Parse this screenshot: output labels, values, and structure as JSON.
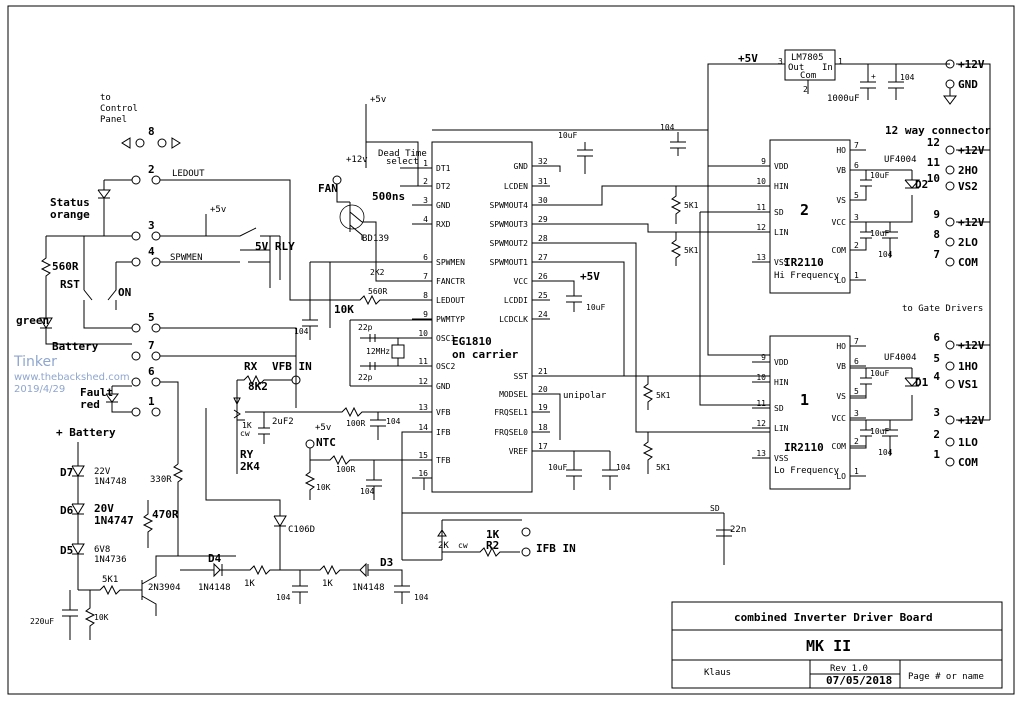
{
  "watermark": {
    "title": "Tinker",
    "url": "www.thebackshed.com",
    "date": "2019/4/29"
  },
  "title_block": {
    "board": "combined Inverter Driver Board",
    "mark": "MK II",
    "author": "Klaus",
    "rev": "Rev 1.0",
    "date": "07/05/2018",
    "page": "Page # or name"
  },
  "ic_main": {
    "name": "EG1810",
    "subtitle": "on carrier",
    "left_pins": [
      {
        "num": "1",
        "name": "DT1"
      },
      {
        "num": "2",
        "name": "DT2"
      },
      {
        "num": "3",
        "name": "GND"
      },
      {
        "num": "4",
        "name": "RXD"
      },
      {
        "num": "6",
        "name": "SPWMEN"
      },
      {
        "num": "7",
        "name": "FANCTR"
      },
      {
        "num": "8",
        "name": "LEDOUT"
      },
      {
        "num": "9",
        "name": "PWMTYP"
      },
      {
        "num": "10",
        "name": "OSC1"
      },
      {
        "num": "11",
        "name": "OSC2"
      },
      {
        "num": "12",
        "name": "GND"
      },
      {
        "num": "13",
        "name": "VFB"
      },
      {
        "num": "14",
        "name": "IFB"
      },
      {
        "num": "15",
        "name": "TFB"
      },
      {
        "num": "16",
        "name": ""
      }
    ],
    "right_pins": [
      {
        "num": "32",
        "name": "GND"
      },
      {
        "num": "31",
        "name": "LCDEN"
      },
      {
        "num": "30",
        "name": "SPWMOUT4"
      },
      {
        "num": "29",
        "name": "SPWMOUT3"
      },
      {
        "num": "28",
        "name": "SPWMOUT2"
      },
      {
        "num": "27",
        "name": "SPWMOUT1"
      },
      {
        "num": "26",
        "name": "VCC"
      },
      {
        "num": "25",
        "name": "LCDDI"
      },
      {
        "num": "24",
        "name": "LCDCLK"
      },
      {
        "num": "21",
        "name": "SST"
      },
      {
        "num": "20",
        "name": "MODSEL"
      },
      {
        "num": "19",
        "name": "FRQSEL1"
      },
      {
        "num": "18",
        "name": "FRQSEL0"
      },
      {
        "num": "17",
        "name": "VREF"
      }
    ]
  },
  "ir_top": {
    "label": "2",
    "name": "IR2110",
    "freq": "Hi Frequency",
    "left": [
      {
        "num": "9",
        "name": "VDD"
      },
      {
        "num": "10",
        "name": "HIN"
      },
      {
        "num": "11",
        "name": "SD"
      },
      {
        "num": "12",
        "name": "LIN"
      },
      {
        "num": "13",
        "name": "VSS"
      }
    ],
    "right": [
      {
        "num": "7",
        "name": "HO"
      },
      {
        "num": "6",
        "name": "VB"
      },
      {
        "num": "5",
        "name": "VS"
      },
      {
        "num": "3",
        "name": "VCC"
      },
      {
        "num": "2",
        "name": "COM"
      },
      {
        "num": "1",
        "name": "LO"
      }
    ]
  },
  "ir_bottom": {
    "label": "1",
    "name": "IR2110",
    "freq": "Lo Frequency",
    "left": [
      {
        "num": "9",
        "name": "VDD"
      },
      {
        "num": "10",
        "name": "HIN"
      },
      {
        "num": "11",
        "name": "SD"
      },
      {
        "num": "12",
        "name": "LIN"
      },
      {
        "num": "13",
        "name": "VSS"
      }
    ],
    "right": [
      {
        "num": "7",
        "name": "HO"
      },
      {
        "num": "6",
        "name": "VB"
      },
      {
        "num": "5",
        "name": "VS"
      },
      {
        "num": "3",
        "name": "VCC"
      },
      {
        "num": "2",
        "name": "COM"
      },
      {
        "num": "1",
        "name": "LO"
      }
    ]
  },
  "regulator": {
    "name": "LM7805",
    "out": "Out",
    "in": "In",
    "com": "Com",
    "pin_out": "3",
    "pin_in": "1",
    "pin_com": "2"
  },
  "connector12": {
    "title": "12 way connector",
    "pins": [
      {
        "num": "",
        "label": "+12V"
      },
      {
        "num": "12",
        "label": "+12V"
      },
      {
        "num": "11",
        "label": "2HO"
      },
      {
        "num": "10",
        "label": "VS2"
      },
      {
        "num": "9",
        "label": "+12V"
      },
      {
        "num": "8",
        "label": "2LO"
      },
      {
        "num": "7",
        "label": "COM"
      },
      {
        "num": "6",
        "label": "+12V"
      },
      {
        "num": "5",
        "label": "1HO"
      },
      {
        "num": "4",
        "label": "VS1"
      },
      {
        "num": "3",
        "label": "+12V"
      },
      {
        "num": "2",
        "label": "1LO"
      },
      {
        "num": "1",
        "label": "COM"
      }
    ],
    "gnd": "GND",
    "gate_note": "to Gate Drivers"
  },
  "control_panel": {
    "title_lines": [
      "to",
      "Control",
      "Panel"
    ],
    "pins": [
      "8",
      "2",
      "3",
      "4",
      "5",
      "7",
      "6",
      "1"
    ],
    "ledout": "LEDOUT",
    "spwmen": "SPWMEN",
    "status": "Status",
    "orange": "orange",
    "rst": "RST",
    "on": "ON",
    "green": "green",
    "battery": "Battery",
    "fault": "Fault",
    "red": "red",
    "plus_battery": "+ Battery"
  },
  "labels": {
    "vcc5": "+5V",
    "vcc5a": "+5v",
    "vcc12": "+12v",
    "dead_time": "Dead Time",
    "select": "select",
    "ns500": "500ns",
    "fan": "FAN",
    "bd139": "BD139",
    "relay": "5V RLY",
    "r2k2": "2K2",
    "r560": "560R",
    "r10k": "10K",
    "c104": "104",
    "c22p": "22p",
    "xtal": "12MHz",
    "rx": "RX",
    "r8k2": "8K2",
    "vfb_in": "VFB IN",
    "r1k": "1K",
    "cw": "cw",
    "ry": "RY",
    "r2k4": "2K4",
    "c2u2": "2uF2",
    "r100r": "100R",
    "ntc": "NTC",
    "r10k_s": "10K",
    "c10u": "10uF",
    "c1000u": "1000uF",
    "r5k1": "5K1",
    "unipolar": "unipolar",
    "sd": "SD",
    "c22n": "22n",
    "uf4004": "UF4004",
    "d1": "D1",
    "d2": "D2",
    "d7": "D7",
    "d7v": "22V",
    "d7p": "1N4748",
    "d6": "D6",
    "d6v": "20V",
    "d6p": "1N4747",
    "d5": "D5",
    "d5v": "6V8",
    "d5p": "1N4736",
    "r330": "330R",
    "r470": "470R",
    "c106d": "C106D",
    "d4": "D4",
    "d3": "D3",
    "n4148": "1N4148",
    "k1": "1K",
    "r2k": "2K",
    "r2": "R2",
    "ifb_in": "IFB IN",
    "q2n3904": "2N3904",
    "r5k1b": "5K1",
    "c220u": "220uF",
    "r560b": "560R"
  }
}
